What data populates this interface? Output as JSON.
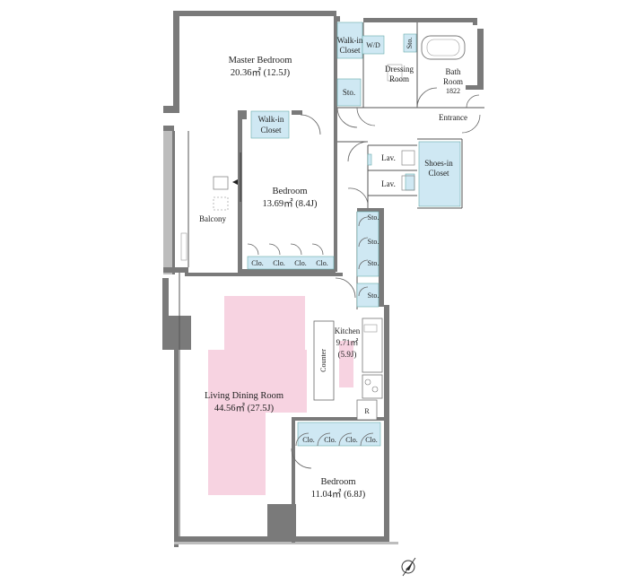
{
  "rooms": {
    "master_bedroom": {
      "name": "Master Bedroom",
      "area": "20.36㎡ (12.5J)"
    },
    "bedroom_1": {
      "name": "Bedroom",
      "area": "13.69㎡ (8.4J)"
    },
    "bedroom_2": {
      "name": "Bedroom",
      "area": "11.04㎡ (6.8J)"
    },
    "ldk": {
      "name": "Living Dining Room",
      "area": "44.56㎡ (27.5J)"
    },
    "kitchen": {
      "name": "Kitchen",
      "area_sqm": "9.71㎡",
      "area_j": "(5.9J)"
    },
    "dressing": {
      "line1": "Dressing",
      "line2": "Room"
    },
    "bath": {
      "line1": "Bath",
      "line2": "Room",
      "size": "1822"
    },
    "entrance": "Entrance",
    "balcony": "Balcony",
    "counter": "Counter"
  },
  "labels": {
    "walkin_1": {
      "line1": "Walk-in",
      "line2": "Closet"
    },
    "walkin_2": {
      "line1": "Walk-in",
      "line2": "Closet"
    },
    "shoes": {
      "line1": "Shoes-in",
      "line2": "Closet"
    },
    "wd": "W/D",
    "sto": "Sto.",
    "lav": "Lav.",
    "clo": "Clo.",
    "fridge": "R"
  },
  "compass": {
    "icon": "compass-north-icon"
  },
  "colors": {
    "storage": "#cfe8f3",
    "ldk_highlight": "#f7d3e1",
    "wall": "#7a7a7a"
  }
}
